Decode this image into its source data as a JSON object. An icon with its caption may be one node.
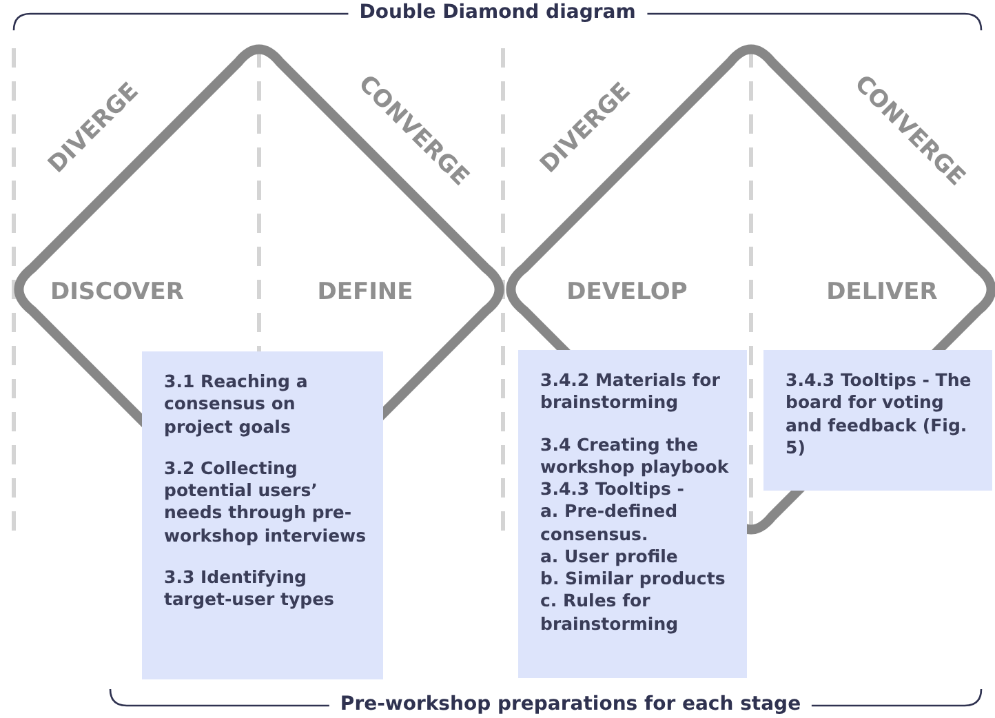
{
  "diagram": {
    "title": "Double Diamond diagram",
    "caption": "Pre-workshop preparations for each stage",
    "nodes": [
      {
        "text": [
          "3.1 Reaching a consensus on project goals",
          "3.2 Collecting potential users’ needs through pre-workshop interviews",
          "3.3 Identifying target-user types"
        ]
      },
      {
        "text": [
          "3.4.2 Materials for brainstorming",
          "3.4 Creating the workshop playbook",
          "3.4.3 Tooltips -",
          "a. Pre-defined consensus.",
          "a. User profile",
          "b. Similar products",
          "c. Rules for brainstorming"
        ]
      },
      {
        "text": [
          "3.4.3 Tooltips - The board for voting and feedback (Fig. 5)"
        ]
      }
    ],
    "labels": [
      "DIVERGE",
      "CONVERGE",
      "DIVERGE",
      "CONVERGE",
      "DISCOVER",
      "DEFINE",
      "DEVELOP",
      "DELIVER"
    ]
  }
}
